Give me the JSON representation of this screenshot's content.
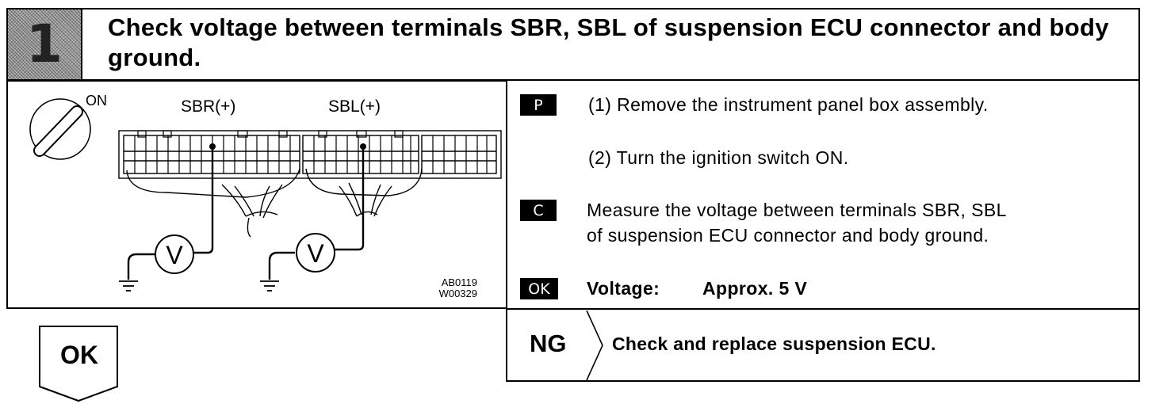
{
  "header": {
    "step_number": "1",
    "title": "Check voltage between terminals SBR, SBL of suspension ECU connector and body ground."
  },
  "diagram": {
    "ignition_label": "ON",
    "terminal_left": "SBR(+)",
    "terminal_right": "SBL(+)",
    "meter_left": "V",
    "meter_right": "V",
    "ref_code_1": "AB0119",
    "ref_code_2": "W00329"
  },
  "instructions": {
    "prep_tag": "P",
    "prep_step_1": "(1) Remove the instrument panel box assembly.",
    "prep_step_2": "(2) Turn the ignition switch ON.",
    "check_tag": "C",
    "check_text_line1": "Measure the voltage between terminals SBR, SBL",
    "check_text_line2": "of suspension ECU connector and body ground.",
    "ok_tag": "OK",
    "spec_label": "Voltage:",
    "spec_value": "Approx. 5 V"
  },
  "result_ng": {
    "label": "NG",
    "action": "Check and replace suspension ECU."
  },
  "result_ok": {
    "label": "OK"
  }
}
